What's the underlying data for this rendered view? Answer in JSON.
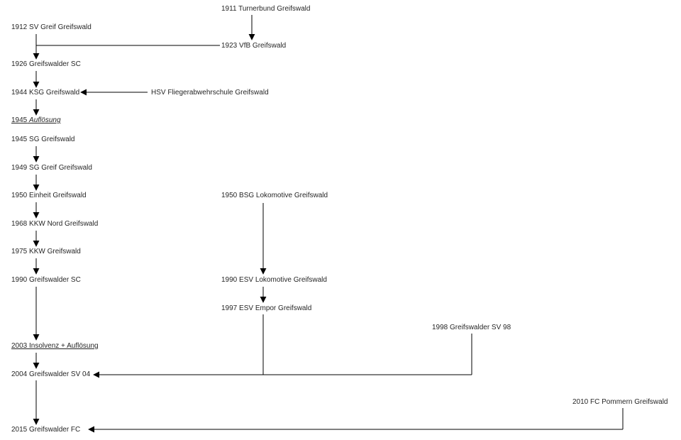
{
  "nodes": {
    "turnerbund": "1911 Turnerbund Greifswald",
    "sv_greif": "1912 SV Greif Greifswald",
    "vfb": "1923 VfB Greifswald",
    "greifswalder_sc_1926": "1926 Greifswalder SC",
    "ksg": "1944 KSG Greifswald",
    "hsv": "HSV Fliegerabwehrschule Greifswald",
    "aufloesung_1945": {
      "year": "1945",
      "text": "Auflösung"
    },
    "sg_1945": "1945 SG Greifswald",
    "sg_greif_1949": "1949 SG Greif Greifswald",
    "einheit_1950": "1950 Einheit Greifswald",
    "bsg_lok_1950": "1950 BSG Lokomotive Greifswald",
    "kkw_nord_1968": "1968 KKW Nord Greifswald",
    "kkw_1975": "1975 KKW Greifswald",
    "greifswalder_sc_1990": "1990 Greifswalder SC",
    "esv_lok_1990": "1990 ESV Lokomotive Greifswald",
    "esv_empor_1997": "1997 ESV Empor Greifswald",
    "greifswalder_sv98": "1998 Greifswalder SV 98",
    "insolvenz_2003": "2003 Insolvenz + Auflösung",
    "greifswalder_sv04": "2004 Greifswalder SV 04",
    "fc_pommern_2010": "2010 FC Pommern Greifswald",
    "greifswalder_fc_2015": "2015 Greifswalder FC"
  },
  "colors": {
    "line": "#000000",
    "text": "#262626"
  }
}
